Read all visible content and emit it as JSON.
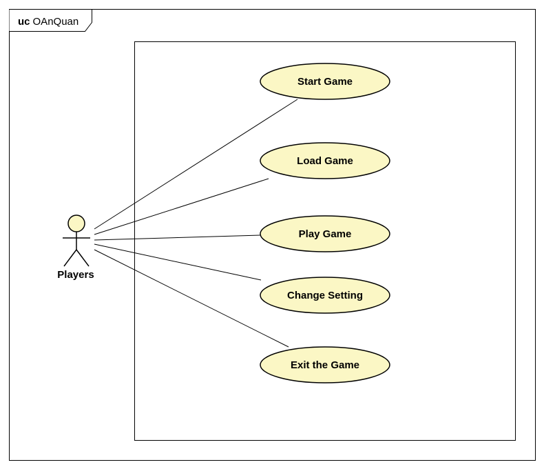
{
  "frame": {
    "keyword": "uc",
    "name": "OAnQuan"
  },
  "actor": {
    "name": "Players",
    "fill_color": "#fbf7c5"
  },
  "use_cases": [
    {
      "id": "start-game",
      "label": "Start Game"
    },
    {
      "id": "load-game",
      "label": "Load Game"
    },
    {
      "id": "play-game",
      "label": "Play Game"
    },
    {
      "id": "change-setting",
      "label": "Change Setting"
    },
    {
      "id": "exit-the-game",
      "label": "Exit the Game"
    }
  ],
  "colors": {
    "use_case_fill": "#fbf7c5",
    "stroke": "#000000"
  }
}
